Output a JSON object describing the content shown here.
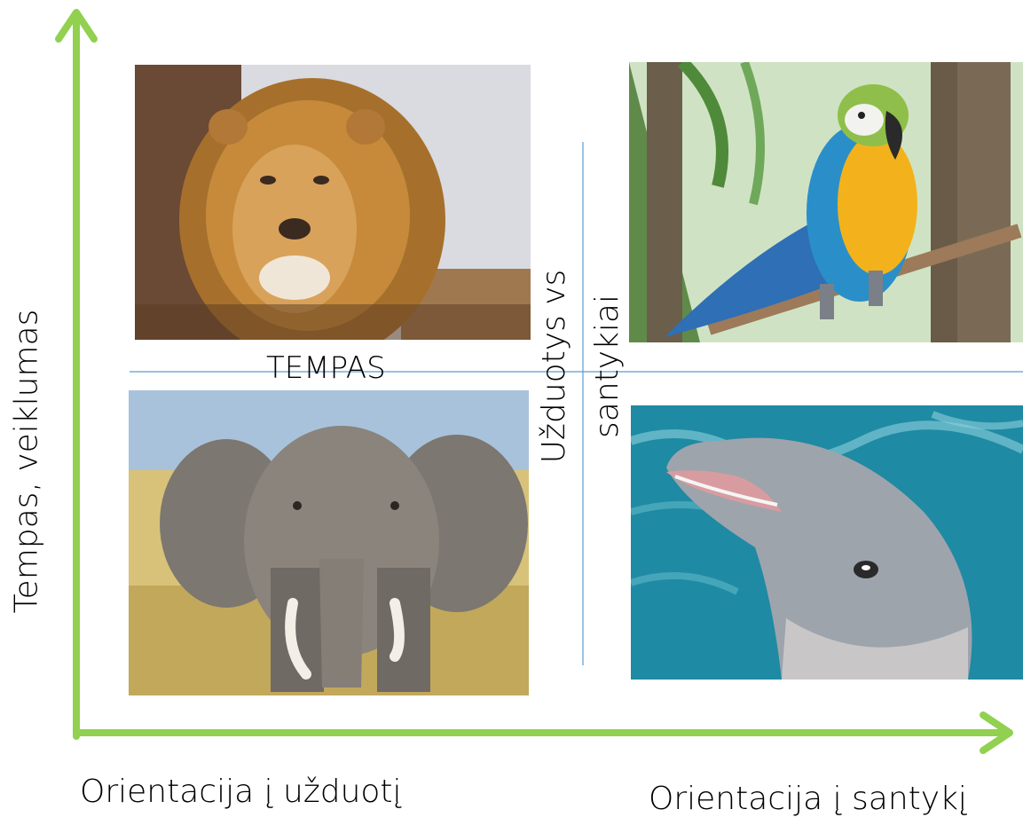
{
  "axes": {
    "y_label": "Tempas, veiklumas",
    "x_label_left": "Orientacija į užduotį",
    "x_label_right": "Orientacija į santykį",
    "color": "#92D050"
  },
  "quadrants": {
    "center_label_line1": "Užduotys vs",
    "center_label_line2": "santykiai",
    "tempas_label": "TEMPAS",
    "divider_color": "#5B9BD5"
  },
  "images": {
    "top_left": "lion",
    "top_right": "parrot",
    "bottom_left": "elephant",
    "bottom_right": "dolphin"
  }
}
